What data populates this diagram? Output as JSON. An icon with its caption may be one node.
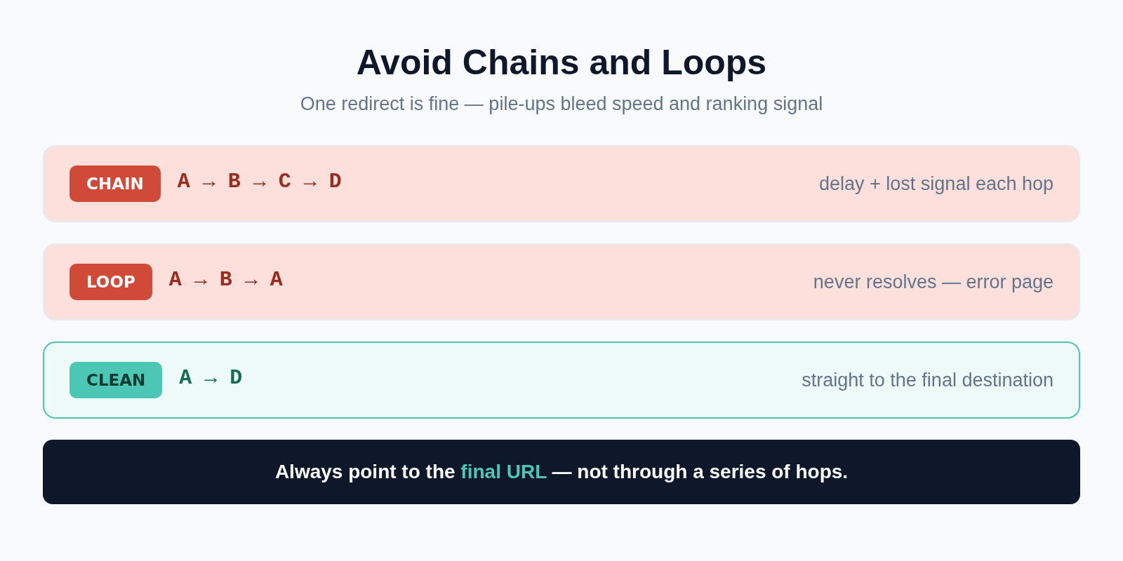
{
  "diagram": {
    "title": "Avoid Chains and Loops",
    "nodes": [
      {
        "text": [
          "A → B → C → D",
          "delay + lost signal each hop"
        ]
      },
      {
        "text": [
          "CHAIN"
        ],
        "in": 0
      },
      {
        "text": [
          "A → B → A",
          "never resolves — error page"
        ]
      },
      {
        "text": [
          "LOOP"
        ],
        "in": 2
      },
      {
        "text": [
          "A → D",
          "straight to the final destination"
        ]
      },
      {
        "text": [
          "CLEAN"
        ],
        "in": 4
      },
      {
        "text": [
          "Always point to the **final URL** — not through a series of hops."
        ]
      }
    ],
    "labels": [
      "One redirect is fine — pile-ups bleed speed and ranking signal"
    ]
  }
}
